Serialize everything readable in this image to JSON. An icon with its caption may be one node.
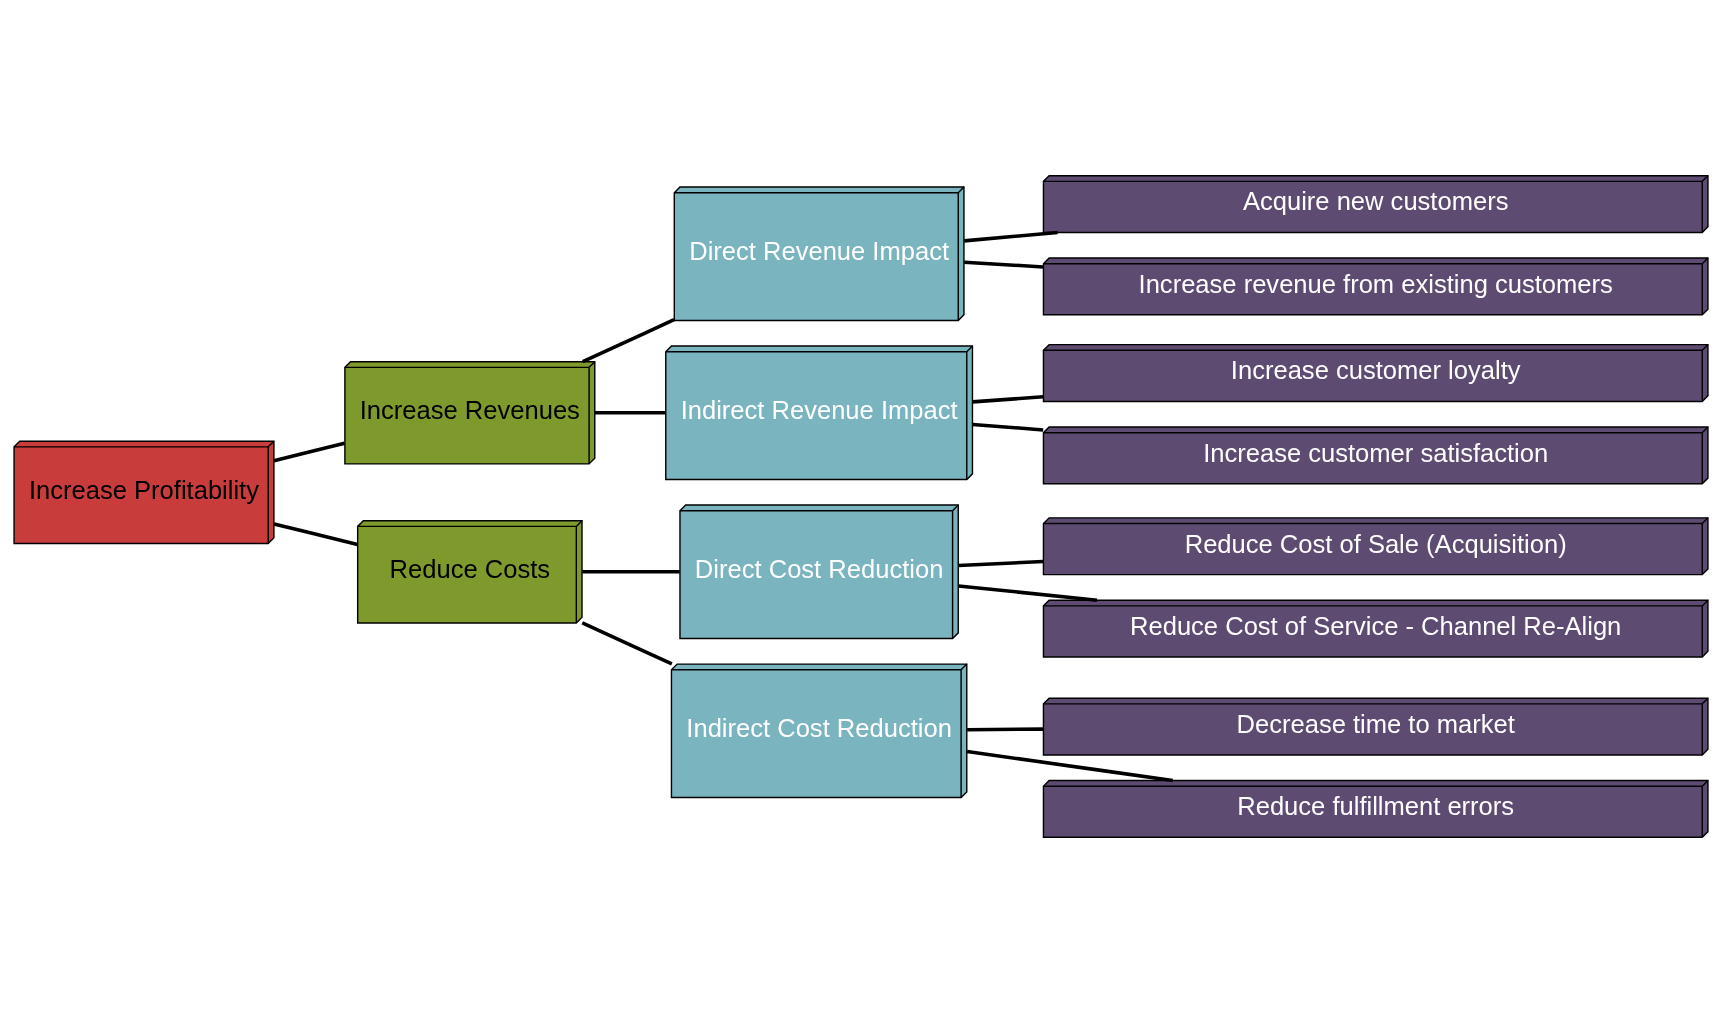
{
  "diagram": {
    "nodes": [
      {
        "text": [
          "Increase Profitability"
        ]
      },
      {
        "text": [
          "Increase Revenues"
        ]
      },
      {
        "text": [
          "Direct Revenue Impact"
        ]
      },
      {
        "text": [
          "Acquire new customers"
        ]
      },
      {
        "text": [
          "Increase revenue from existing customers"
        ]
      },
      {
        "text": [
          "Indirect Revenue Impact"
        ]
      },
      {
        "text": [
          "Increase customer loyalty"
        ]
      },
      {
        "text": [
          "Increase customer satisfaction"
        ]
      },
      {
        "text": [
          "Reduce Costs"
        ]
      },
      {
        "text": [
          "Direct Cost Reduction"
        ]
      },
      {
        "text": [
          "Reduce Cost of Sale (Acquisition)"
        ]
      },
      {
        "text": [
          "Reduce Cost of Service - Channel Re-Align"
        ]
      },
      {
        "text": [
          "Indirect Cost Reduction"
        ]
      },
      {
        "text": [
          "Decrease time to market"
        ]
      },
      {
        "text": [
          "Reduce fulfillment errors"
        ]
      }
    ],
    "edges": [
      {
        "from": 0,
        "to": 1,
        "arrow": "none"
      },
      {
        "from": 1,
        "to": 2,
        "arrow": "none"
      },
      {
        "from": 2,
        "to": 3,
        "arrow": "none"
      },
      {
        "from": 2,
        "to": 4,
        "arrow": "none"
      },
      {
        "from": 1,
        "to": 5,
        "arrow": "none"
      },
      {
        "from": 5,
        "to": 6,
        "arrow": "none"
      },
      {
        "from": 5,
        "to": 7,
        "arrow": "none"
      },
      {
        "from": 0,
        "to": 8,
        "arrow": "none"
      },
      {
        "from": 8,
        "to": 9,
        "arrow": "none"
      },
      {
        "from": 9,
        "to": 10,
        "arrow": "none"
      },
      {
        "from": 9,
        "to": 11,
        "arrow": "none"
      },
      {
        "from": 8,
        "to": 12,
        "arrow": "none"
      },
      {
        "from": 12,
        "to": 13,
        "arrow": "none"
      },
      {
        "from": 12,
        "to": 14,
        "arrow": "none"
      }
    ]
  }
}
